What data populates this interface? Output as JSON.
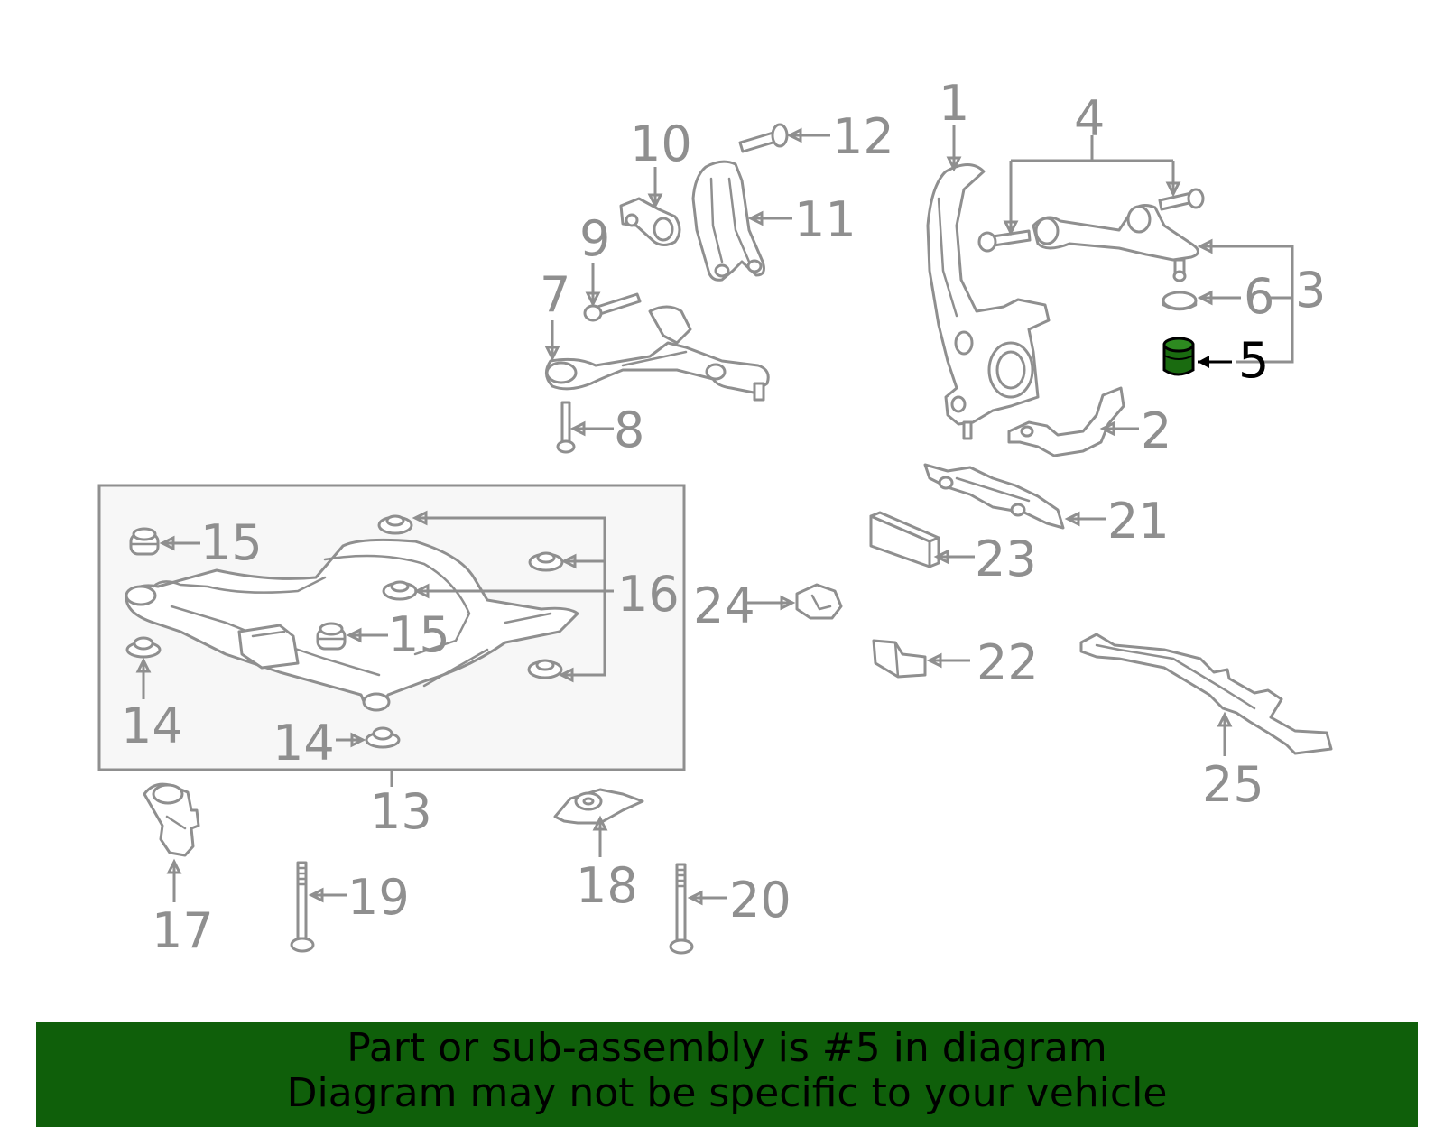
{
  "diagram": {
    "callouts": [
      {
        "id": "1",
        "label": "1"
      },
      {
        "id": "2",
        "label": "2"
      },
      {
        "id": "3",
        "label": "3"
      },
      {
        "id": "4",
        "label": "4"
      },
      {
        "id": "5",
        "label": "5"
      },
      {
        "id": "6",
        "label": "6"
      },
      {
        "id": "7",
        "label": "7"
      },
      {
        "id": "8",
        "label": "8"
      },
      {
        "id": "9",
        "label": "9"
      },
      {
        "id": "10",
        "label": "10"
      },
      {
        "id": "11",
        "label": "11"
      },
      {
        "id": "12",
        "label": "12"
      },
      {
        "id": "13",
        "label": "13"
      },
      {
        "id": "14a",
        "label": "14"
      },
      {
        "id": "14b",
        "label": "14"
      },
      {
        "id": "15a",
        "label": "15"
      },
      {
        "id": "15b",
        "label": "15"
      },
      {
        "id": "16",
        "label": "16"
      },
      {
        "id": "17",
        "label": "17"
      },
      {
        "id": "18",
        "label": "18"
      },
      {
        "id": "19",
        "label": "19"
      },
      {
        "id": "20",
        "label": "20"
      },
      {
        "id": "21",
        "label": "21"
      },
      {
        "id": "22",
        "label": "22"
      },
      {
        "id": "23",
        "label": "23"
      },
      {
        "id": "24",
        "label": "24"
      },
      {
        "id": "25",
        "label": "25"
      }
    ],
    "highlighted_part": "5",
    "colors": {
      "line": "#8f8f8f",
      "highlight": "#1a6b10",
      "banner": "#0f5f0a",
      "text_active": "#000000"
    }
  },
  "banner": {
    "line1": "Part or sub-assembly is #5 in diagram",
    "line2": "Diagram may not be specific to your vehicle"
  }
}
